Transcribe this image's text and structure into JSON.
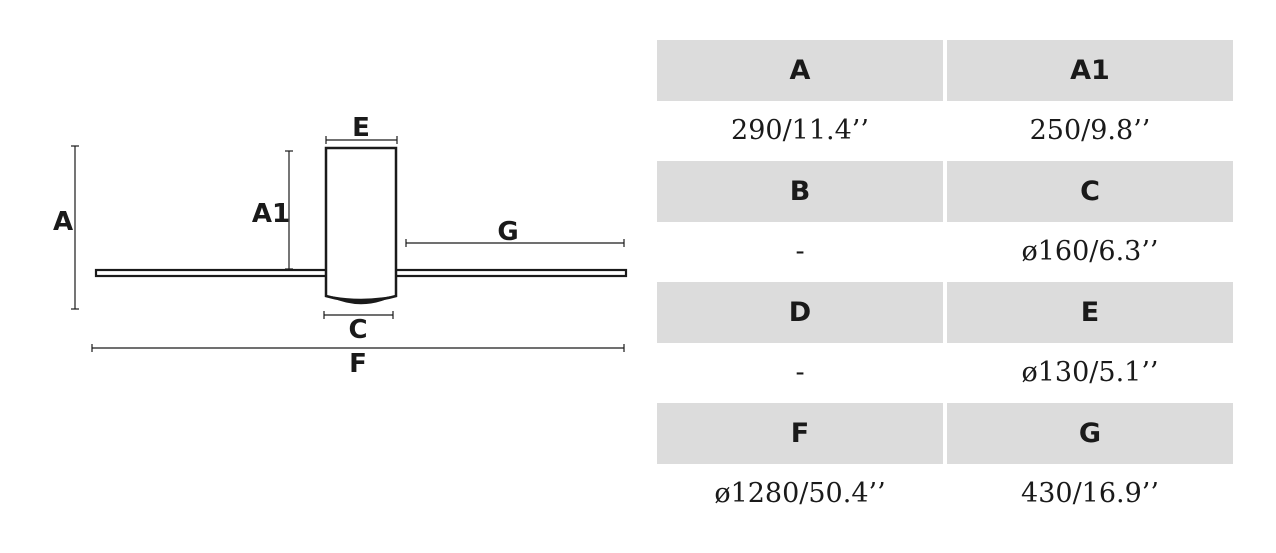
{
  "diagram": {
    "labels": {
      "a": "A",
      "a1": "A1",
      "e": "E",
      "g": "G",
      "c": "C",
      "f": "F"
    }
  },
  "table": {
    "rows": [
      {
        "kind": "header",
        "cells": [
          "A",
          "A1"
        ]
      },
      {
        "kind": "value",
        "cells": [
          "290/11.4’’",
          "250/9.8’’"
        ]
      },
      {
        "kind": "header",
        "cells": [
          "B",
          "C"
        ]
      },
      {
        "kind": "value",
        "cells": [
          "-",
          "ø160/6.3’’"
        ]
      },
      {
        "kind": "header",
        "cells": [
          "D",
          "E"
        ]
      },
      {
        "kind": "value",
        "cells": [
          "-",
          "ø130/5.1’’"
        ]
      },
      {
        "kind": "header",
        "cells": [
          "F",
          "G"
        ]
      },
      {
        "kind": "value",
        "cells": [
          "ø1280/50.4’’",
          "430/16.9’’"
        ]
      }
    ],
    "colors": {
      "header_bg": "#dcdcdc",
      "value_bg": "#ffffff"
    }
  }
}
